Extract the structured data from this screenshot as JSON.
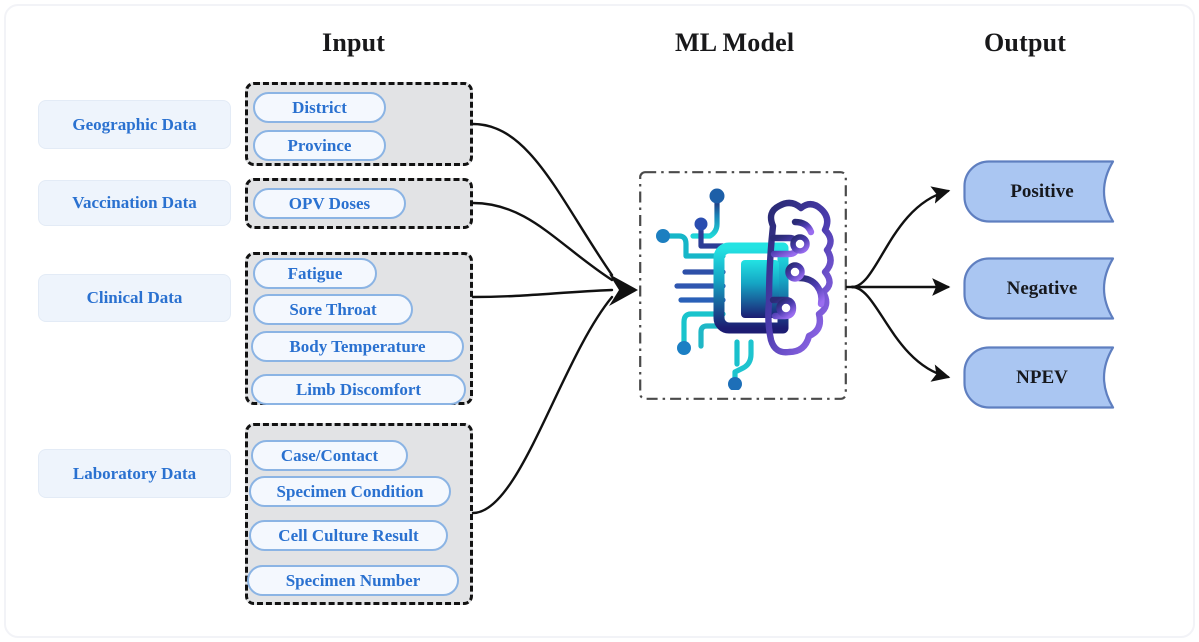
{
  "figure": {
    "title": "ML pipeline diagram: Input features to ML Model to Output classes",
    "background_color": "#ffffff",
    "frame_color": "#f2f3f7"
  },
  "colors": {
    "label_text": "#2a71d0",
    "label_bg": "#eef4fc",
    "pill_border": "#8bb4e4",
    "pill_bg": "#f4f8fe",
    "group_bg": "#e2e3e5",
    "group_border": "#121212",
    "output_fill": "#aac6f2",
    "output_border": "#5f7fc0",
    "header_text": "#18181a",
    "arrow": "#111111",
    "icon_teal": "#1fd0d0",
    "icon_navy": "#1b1b6e",
    "icon_purple": "#8b5cf6"
  },
  "headers": {
    "input": "Input",
    "model": "ML Model",
    "output": "Output"
  },
  "categories": [
    {
      "label": "Geographic Data"
    },
    {
      "label": "Vaccination Data"
    },
    {
      "label": "Clinical Data"
    },
    {
      "label": "Laboratory Data"
    }
  ],
  "groups": [
    {
      "name": "geographic",
      "features": [
        {
          "label": "District"
        },
        {
          "label": "Province"
        }
      ]
    },
    {
      "name": "vaccination",
      "features": [
        {
          "label": "OPV Doses"
        }
      ]
    },
    {
      "name": "clinical",
      "features": [
        {
          "label": "Fatigue"
        },
        {
          "label": "Sore Throat"
        },
        {
          "label": "Body Temperature"
        },
        {
          "label": "Limb Discomfort"
        }
      ]
    },
    {
      "name": "laboratory",
      "features": [
        {
          "label": "Case/Contact"
        },
        {
          "label": "Specimen Condition"
        },
        {
          "label": "Cell Culture Result"
        },
        {
          "label": "Specimen Number"
        }
      ]
    }
  ],
  "model": {
    "icon_name": "ai-brain-circuit-icon"
  },
  "outputs": [
    {
      "label": "Positive"
    },
    {
      "label": "Negative"
    },
    {
      "label": "NPEV"
    }
  ]
}
